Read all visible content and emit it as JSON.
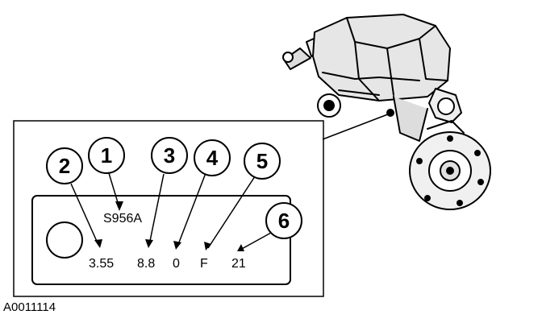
{
  "tag": {
    "part_number": "S956A",
    "ratio": "3.55",
    "ring_gear_size": "8.8",
    "field_0": "0",
    "field_f": "F",
    "field_21": "21"
  },
  "callouts": [
    "1",
    "2",
    "3",
    "4",
    "5",
    "6"
  ],
  "figure_ref": "A0011114",
  "colors": {
    "line": "#000000",
    "background": "#ffffff"
  }
}
